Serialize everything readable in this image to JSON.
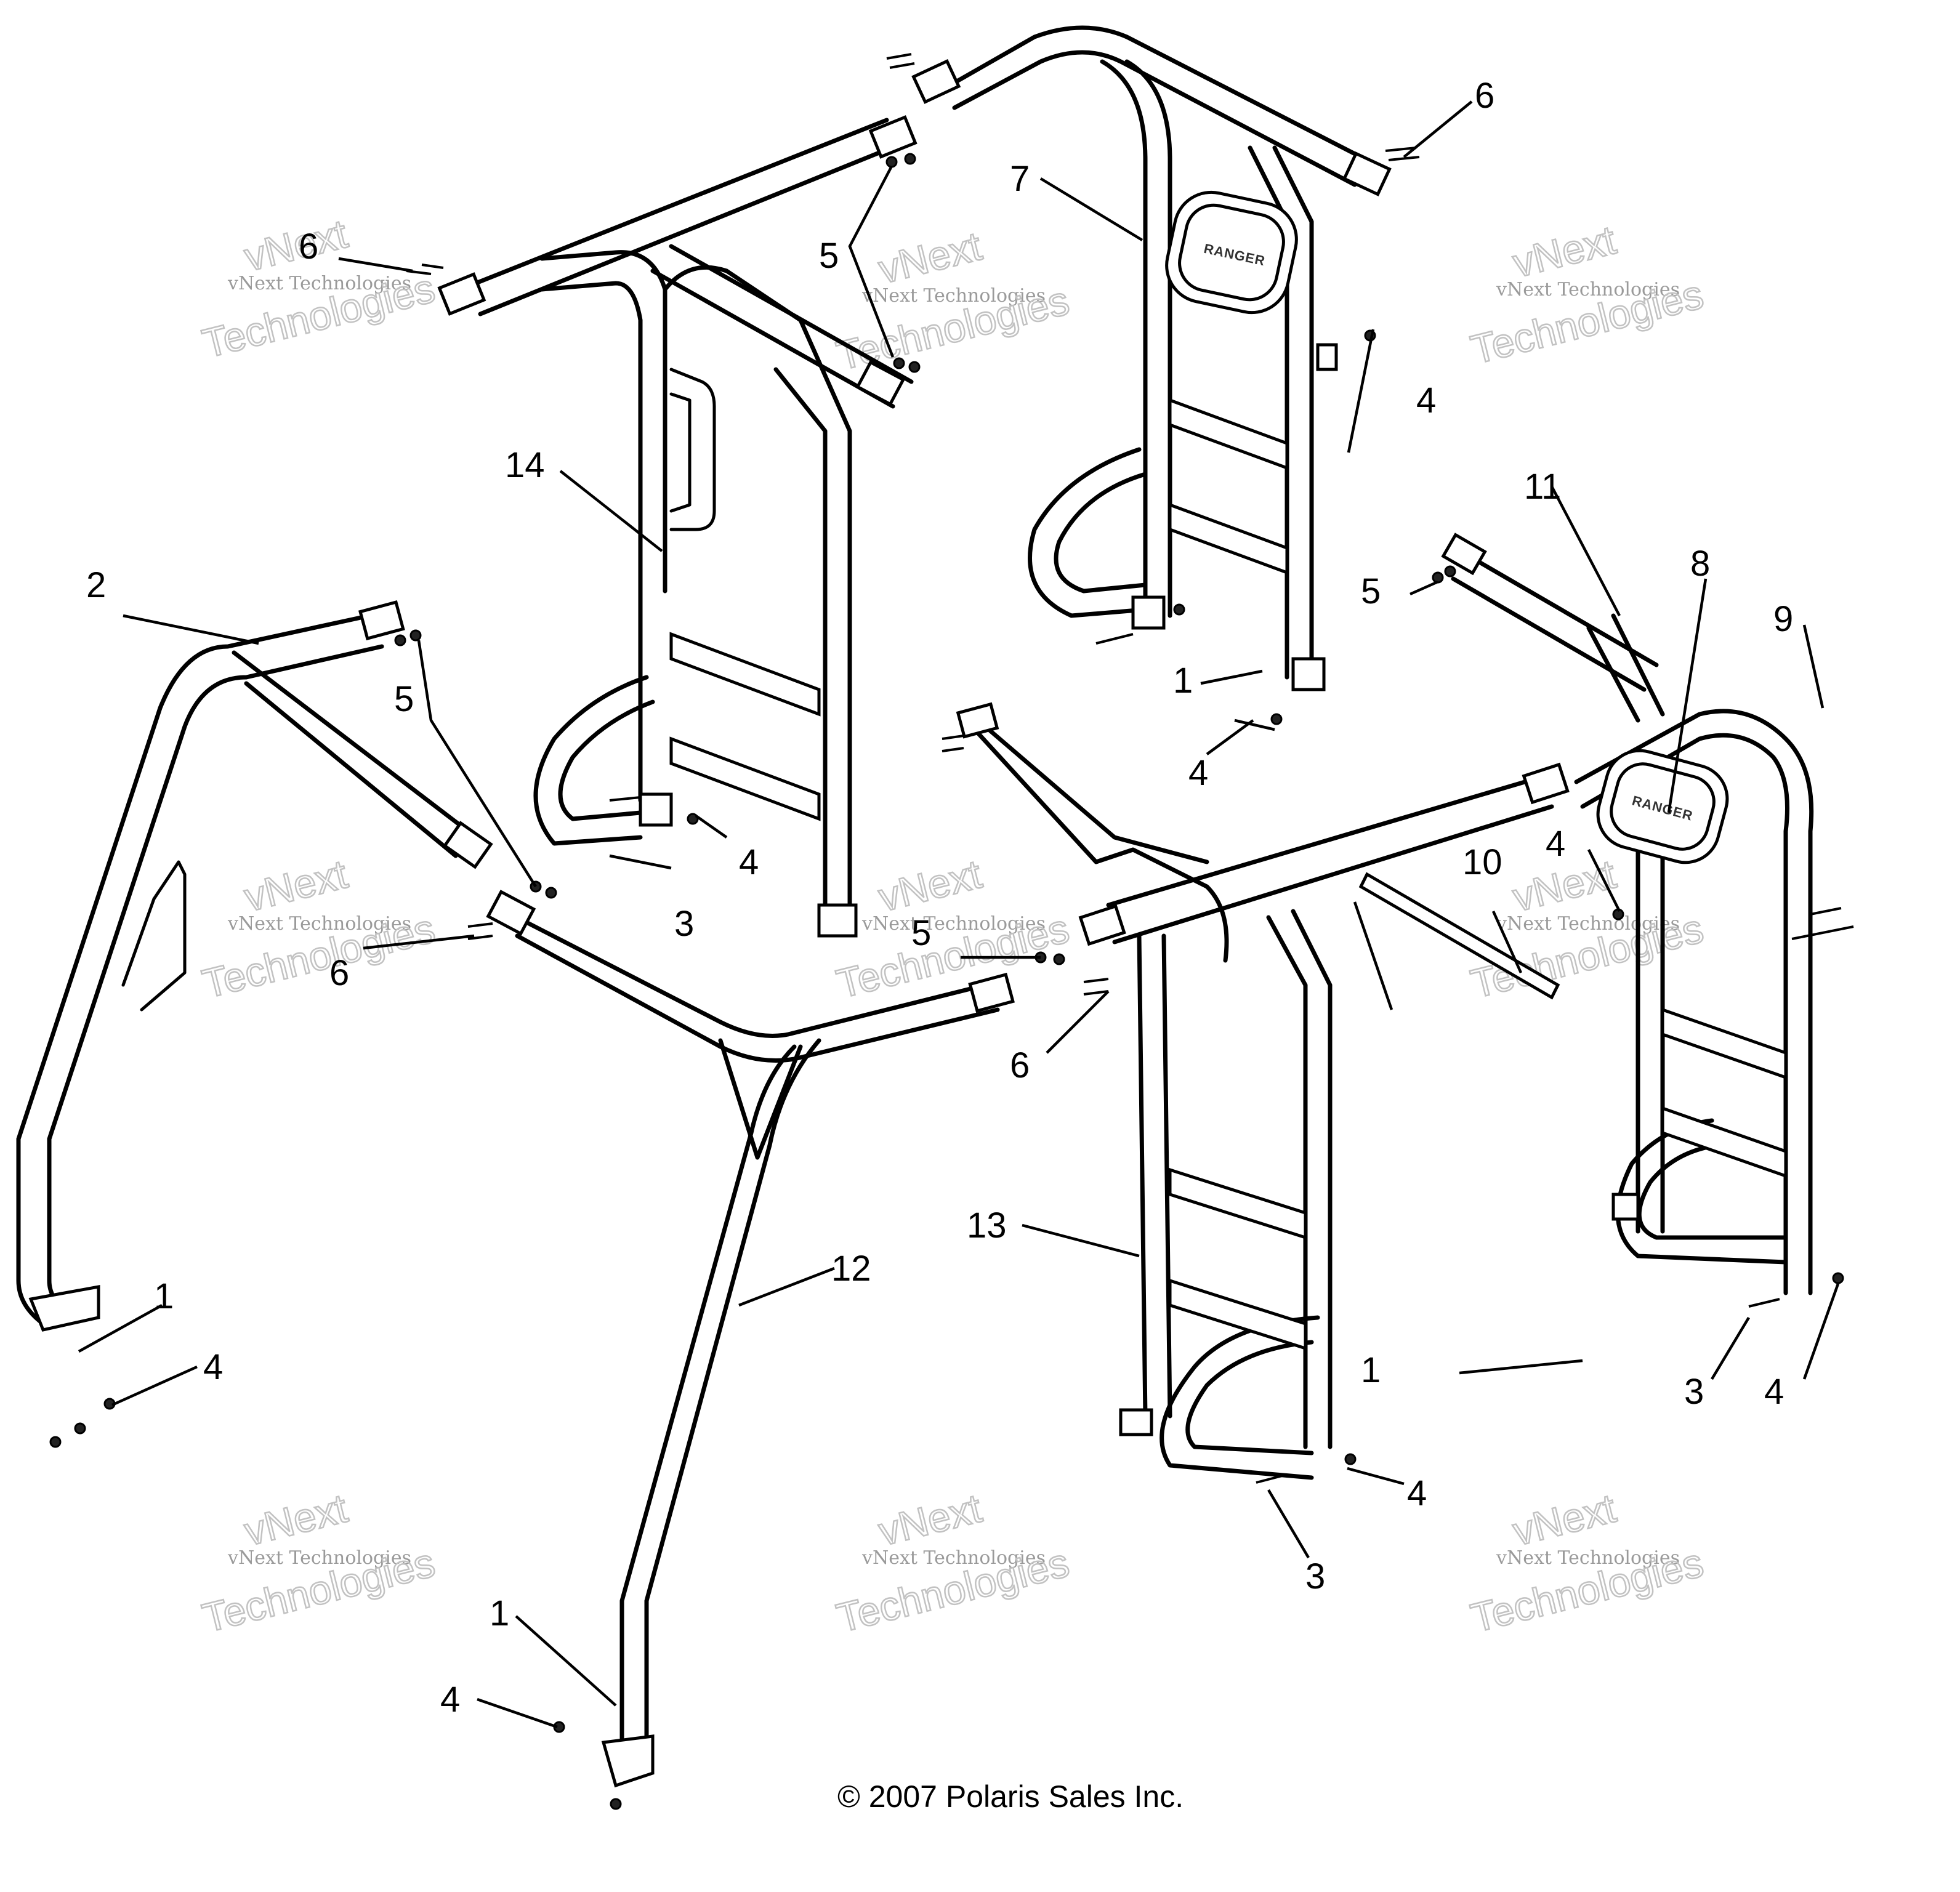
{
  "callouts": {
    "c1a": "1",
    "c1b": "1",
    "c1c": "1",
    "c1d": "1",
    "c2": "2",
    "c3a": "3",
    "c3b": "3",
    "c3c": "3",
    "c4a": "4",
    "c4b": "4",
    "c4c": "4",
    "c4d": "4",
    "c4e": "4",
    "c4f": "4",
    "c4g": "4",
    "c4h": "4",
    "c5a": "5",
    "c5b": "5",
    "c5c": "5",
    "c5d": "5",
    "c6a": "6",
    "c6b": "6",
    "c6c": "6",
    "c6d": "6",
    "c7": "7",
    "c8": "8",
    "c9": "9",
    "c10": "10",
    "c11": "11",
    "c12": "12",
    "c13": "13",
    "c14": "14"
  },
  "pad_logo_text": "RANGER",
  "watermark": {
    "line1": "vNext",
    "line2": "vNext Technologies",
    "line3": "Technologies"
  },
  "copyright": "© 2007 Polaris Sales Inc."
}
